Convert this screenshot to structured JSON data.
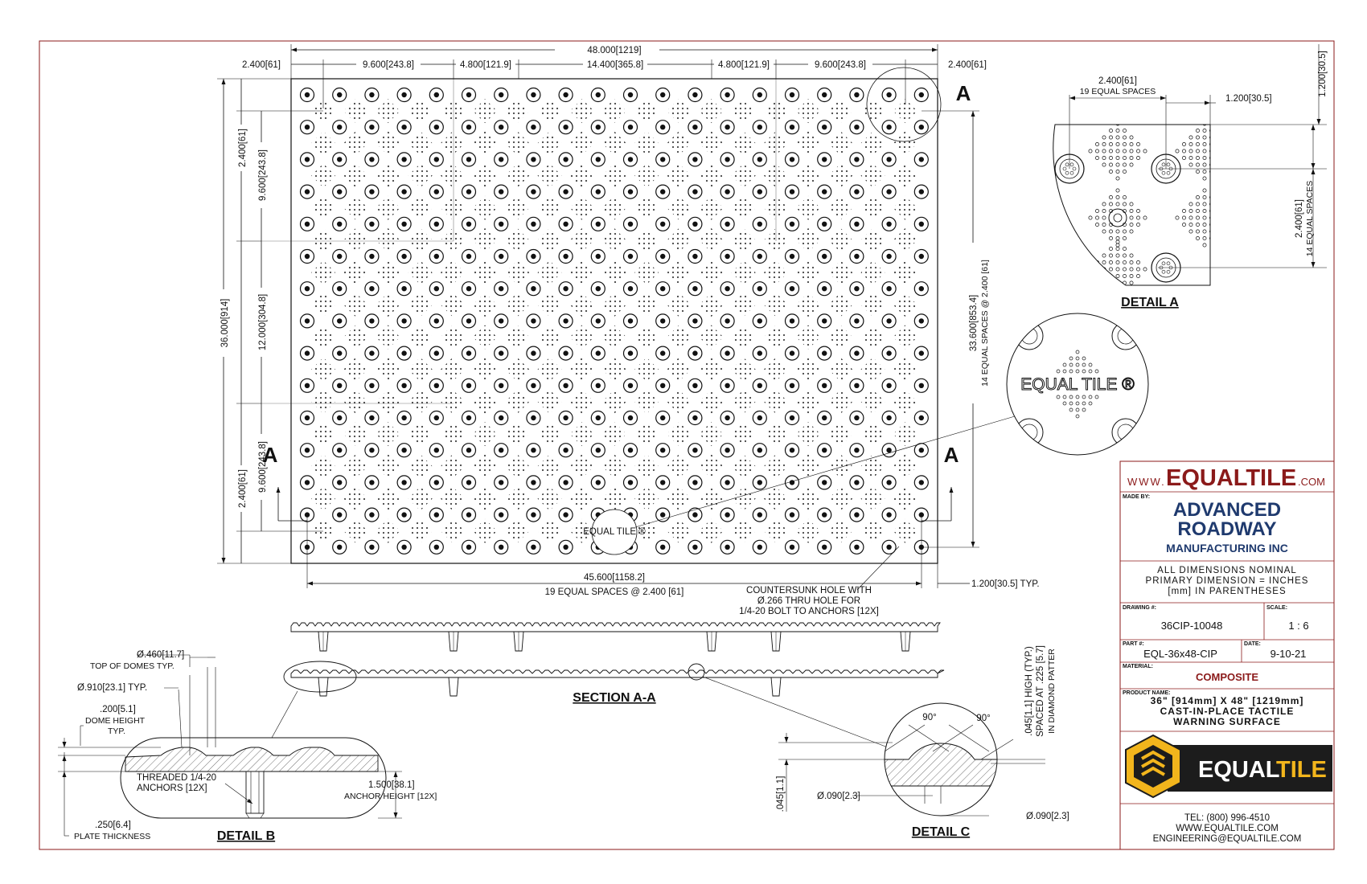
{
  "plan_dims": {
    "overall_width": "48.000[1219]",
    "top_left_edge": "2.400[61]",
    "top_seg1": "9.600[243.8]",
    "top_seg2": "4.800[121.9]",
    "top_seg3": "14.400[365.8]",
    "top_seg4": "4.800[121.9]",
    "top_seg5": "9.600[243.8]",
    "top_right_edge": "2.400[61]",
    "overall_height": "36.000[914]",
    "left_edge_top": "2.400[61]",
    "left_seg1": "9.600[243.8]",
    "left_seg2": "12.000[304.8]",
    "left_seg3": "9.600[243.8]",
    "left_edge_bottom": "2.400[61]",
    "right_span_value": "33.600[853.4]",
    "right_span_note": "14 EQUAL SPACES @ 2.400 [61]",
    "bottom_span_value": "45.600[1158.2]",
    "bottom_span_note": "19 EQUAL SPACES @ 2.400 [61]",
    "bottom_edge": "1.200[30.5] TYP.",
    "countersunk_note": [
      "COUNTERSUNK HOLE WITH",
      "Ø.266 THRU HOLE FOR",
      "1/4-20 BOLT TO ANCHORS [12X]"
    ],
    "section_marker": "A"
  },
  "detail_a": {
    "label": "DETAIL A",
    "top_value": "2.400[61]",
    "top_note": "19 EQUAL SPACES",
    "top_right": "1.200[30.5]",
    "far_right": "1.200[30.5]",
    "side_value": "2.400[61]",
    "side_note": "14 EQUAL SPACES"
  },
  "logo_detail": {
    "text": "EQUAL TILE ®",
    "small_text": "EQUAL TILE ®"
  },
  "section": {
    "label": "SECTION A-A"
  },
  "detail_b": {
    "label": "DETAIL B",
    "dome_top": "Ø.460[11.7]",
    "dome_top_note": "TOP OF DOMES TYP.",
    "dome_base": "Ø.910[23.1] TYP.",
    "dome_height": ".200[5.1]",
    "dome_height_note": "DOME HEIGHT",
    "dome_height_typ": "TYP.",
    "anchor_note": [
      "THREADED 1/4-20",
      "ANCHORS [12X]"
    ],
    "anchor_height": "1.500[38.1]",
    "anchor_height_note": "ANCHOR HEIGHT [12X]",
    "plate": ".250[6.4]",
    "plate_note": "PLATE THICKNESS"
  },
  "detail_c": {
    "label": "DETAIL C",
    "angle1": "90°",
    "angle2": "90°",
    "dot_note": [
      ".045[1.1] HIGH (TYP.)",
      "SPACED AT .225 [5.7]",
      "IN DIAMOND PATTER"
    ],
    "left_value": ".045[1.1]",
    "dia1": "Ø.090[2.3]",
    "dia2": "Ø.090[2.3]"
  },
  "title_block": {
    "web_prefix": "WWW.",
    "web_brand": "EQUALTILE",
    "web_suffix": ".COM",
    "made_by_caption": "MADE BY:",
    "company": [
      "ADVANCED",
      "ROADWAY",
      "MANUFACTURING INC"
    ],
    "notes": [
      "ALL DIMENSIONS NOMINAL",
      "PRIMARY DIMENSION = INCHES",
      "[mm] IN PARENTHESES"
    ],
    "drawing_caption": "DRAWING #:",
    "drawing_no": "36CIP-10048",
    "scale_caption": "SCALE:",
    "scale": "1 : 6",
    "part_caption": "PART #:",
    "part_no": "EQL-36x48-CIP",
    "date_caption": "DATE:",
    "date": "9-10-21",
    "material_caption": "MATERIAL:",
    "material": "COMPOSITE",
    "product_caption": "PRODUCT NAME:",
    "product": [
      "36\" [914mm] X 48\" [1219mm]",
      "CAST-IN-PLACE TACTILE",
      "WARNING SURFACE"
    ],
    "logo_brand_a": "EQUAL",
    "logo_brand_b": "TILE",
    "contact": [
      "TEL: (800) 996-4510",
      "WWW.EQUALTILE.COM",
      "ENGINEERING@EQUALTILE.COM"
    ]
  },
  "colors": {
    "brand_red": "#8b1a1a",
    "brand_navy": "#1f3a6e",
    "logo_gold": "#f2b51c",
    "logo_dark": "#1c1c1c"
  }
}
